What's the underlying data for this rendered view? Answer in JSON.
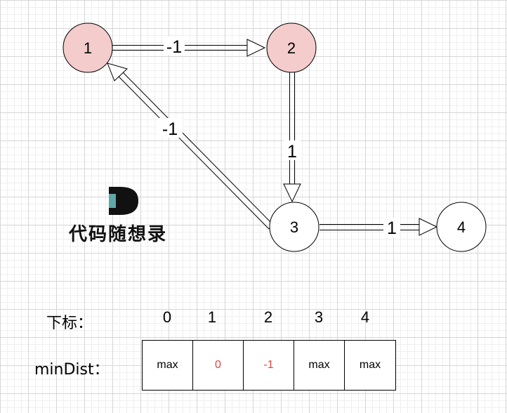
{
  "nodes": [
    {
      "id": "n1",
      "label": "1",
      "fill": "#f4cccc"
    },
    {
      "id": "n2",
      "label": "2",
      "fill": "#f4cccc"
    },
    {
      "id": "n3",
      "label": "3",
      "fill": "#ffffff"
    },
    {
      "id": "n4",
      "label": "4",
      "fill": "#ffffff"
    }
  ],
  "edges": [
    {
      "from": "1",
      "to": "2",
      "weight": "-1"
    },
    {
      "from": "2",
      "to": "3",
      "weight": "1"
    },
    {
      "from": "3",
      "to": "1",
      "weight": "-1"
    },
    {
      "from": "3",
      "to": "4",
      "weight": "1"
    }
  ],
  "logo": {
    "text": "代码随想录",
    "accent": "#5fa8a8"
  },
  "table": {
    "index_label": "下标：",
    "dist_label": "minDist：",
    "indices": [
      "0",
      "1",
      "2",
      "3",
      "4"
    ],
    "values": [
      "max",
      "0",
      "-1",
      "max",
      "max"
    ],
    "highlight_color": "#e0443e"
  }
}
